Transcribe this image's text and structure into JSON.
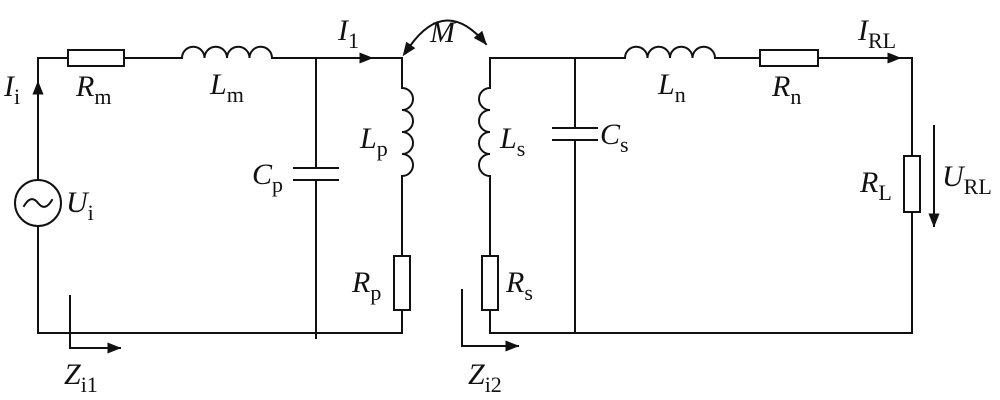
{
  "labels": {
    "Ii": {
      "main": "I",
      "sub": "i"
    },
    "Rm": {
      "main": "R",
      "sub": "m"
    },
    "Lm": {
      "main": "L",
      "sub": "m"
    },
    "I1": {
      "main": "I",
      "sub": "1"
    },
    "M": {
      "main": "M",
      "sub": ""
    },
    "Cp": {
      "main": "C",
      "sub": "p"
    },
    "Lp": {
      "main": "L",
      "sub": "p"
    },
    "Rp": {
      "main": "R",
      "sub": "p"
    },
    "Ui": {
      "main": "U",
      "sub": "i"
    },
    "Zi1": {
      "main": "Z",
      "sub": "i1"
    },
    "Ls": {
      "main": "L",
      "sub": "s"
    },
    "Cs": {
      "main": "C",
      "sub": "s"
    },
    "Rs": {
      "main": "R",
      "sub": "s"
    },
    "Zi2": {
      "main": "Z",
      "sub": "i2"
    },
    "Ln": {
      "main": "L",
      "sub": "n"
    },
    "Rn": {
      "main": "R",
      "sub": "n"
    },
    "IRL": {
      "main": "I",
      "sub": "RL"
    },
    "RL": {
      "main": "R",
      "sub": "L"
    },
    "URL": {
      "main": "U",
      "sub": "RL"
    }
  }
}
